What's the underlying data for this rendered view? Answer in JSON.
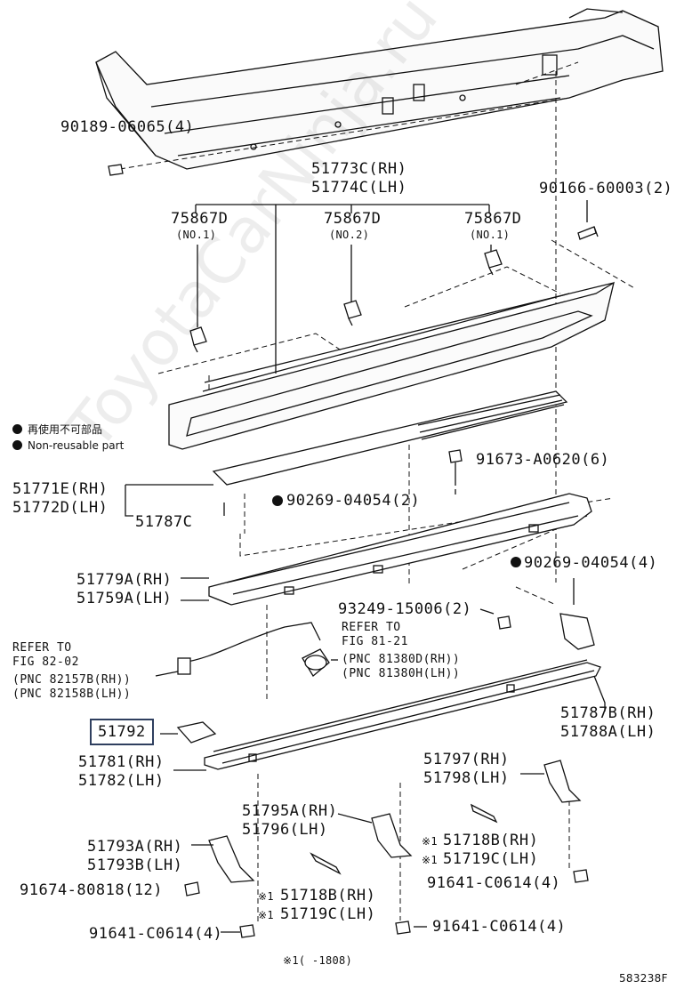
{
  "legend": {
    "jp": "再使用不可部品",
    "en": "Non-reusable part"
  },
  "watermark": "ToyotaCarNinja.ru",
  "footnote": "※1(    -1808)",
  "figure_code": "583238F",
  "labels": {
    "p90189": "90189-06065(4)",
    "p51773c": "51773C(RH)",
    "p51774c": "51774C(LH)",
    "p90166": "90166-60003(2)",
    "c1_num": "75867D",
    "c1_sub": "(NO.1)",
    "c2_num": "75867D",
    "c2_sub": "(NO.2)",
    "c3_num": "75867D",
    "c3_sub": "(NO.1)",
    "p91673": "91673-A0620(6)",
    "p51771e": "51771E(RH)",
    "p51772d": "51772D(LH)",
    "p51787c": "51787C",
    "p90269a": "90269-04054(2)",
    "p51779a": "51779A(RH)",
    "p51759a": "51759A(LH)",
    "p90269b": "90269-04054(4)",
    "p93249": "93249-15006(2)",
    "ref1_a": "REFER TO",
    "ref1_b": "FIG 82-02",
    "ref1_c": "(PNC 82157B(RH))",
    "ref1_d": "(PNC 82158B(LH))",
    "ref2_a": "REFER TO",
    "ref2_b": "FIG 81-21",
    "ref2_c": "(PNC 81380D(RH))",
    "ref2_d": "(PNC 81380H(LH))",
    "p51792": "51792",
    "p51787b": "51787B(RH)",
    "p51788a": "51788A(LH)",
    "p51781": "51781(RH)",
    "p51782": "51782(LH)",
    "p51797": "51797(RH)",
    "p51798": "51798(LH)",
    "p51795a": "51795A(RH)",
    "p51796": "51796(LH)",
    "p51718b_r": "51718B(RH)",
    "p51719c_r": "51719C(LH)",
    "mark_r1": "※1",
    "mark_r2": "※1",
    "p51793a": "51793A(RH)",
    "p51793b": "51793B(LH)",
    "p91674": "91674-80818(12)",
    "p51718b_l": "51718B(RH)",
    "p51719c_l": "51719C(LH)",
    "mark_l1": "※1",
    "mark_l2": "※1",
    "p91641_r": "91641-C0614(4)",
    "p91641_l": "91641-C0614(4)",
    "p91641_c": "91641-C0614(4)"
  }
}
